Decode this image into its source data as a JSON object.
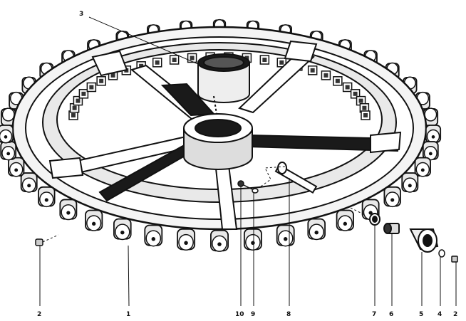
{
  "callouts": [
    {
      "id": "part-1",
      "text": "1"
    },
    {
      "id": "part-2-left",
      "text": "2"
    },
    {
      "id": "part-2-right",
      "text": "2"
    },
    {
      "id": "part-3",
      "text": "3"
    },
    {
      "id": "part-4",
      "text": "4"
    },
    {
      "id": "part-5",
      "text": "5"
    },
    {
      "id": "part-6",
      "text": "6"
    },
    {
      "id": "part-7",
      "text": "7"
    },
    {
      "id": "part-8",
      "text": "8"
    },
    {
      "id": "part-9",
      "text": "9"
    },
    {
      "id": "part-10",
      "text": "10"
    }
  ],
  "colors": {
    "ink": "#111111",
    "paper": "#ffffff",
    "shade": "#1a1a1a"
  }
}
